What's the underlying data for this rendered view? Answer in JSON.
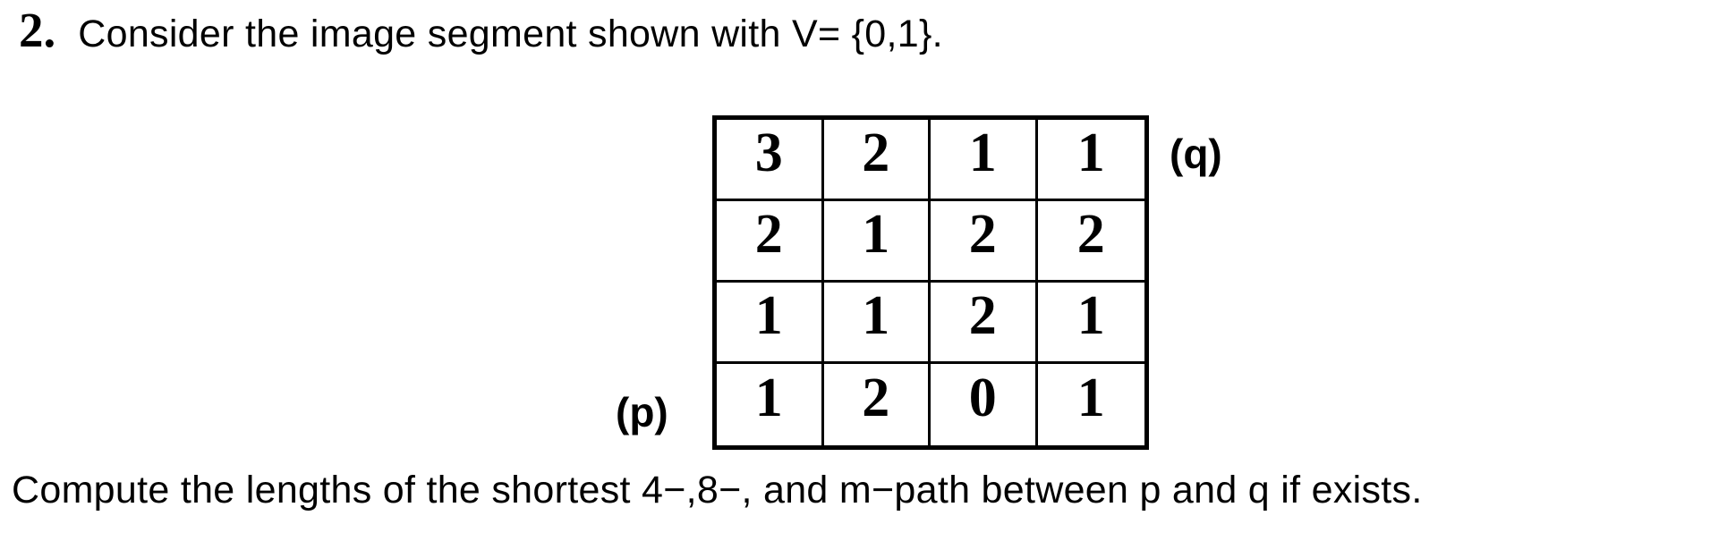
{
  "page": {
    "background": "#ffffff",
    "text_color": "#000000"
  },
  "question": {
    "number": "2.",
    "text": "Consider the image segment shown with V= {0,1}."
  },
  "grid": {
    "label_q": "(q)",
    "label_p": "(p)",
    "rows": [
      [
        "3",
        "2",
        "1",
        "1"
      ],
      [
        "2",
        "1",
        "2",
        "2"
      ],
      [
        "1",
        "1",
        "2",
        "1"
      ],
      [
        "1",
        "2",
        "0",
        "1"
      ]
    ]
  },
  "instruction": "Compute the lengths of the shortest 4−,8−, and m−path between p and q if exists."
}
